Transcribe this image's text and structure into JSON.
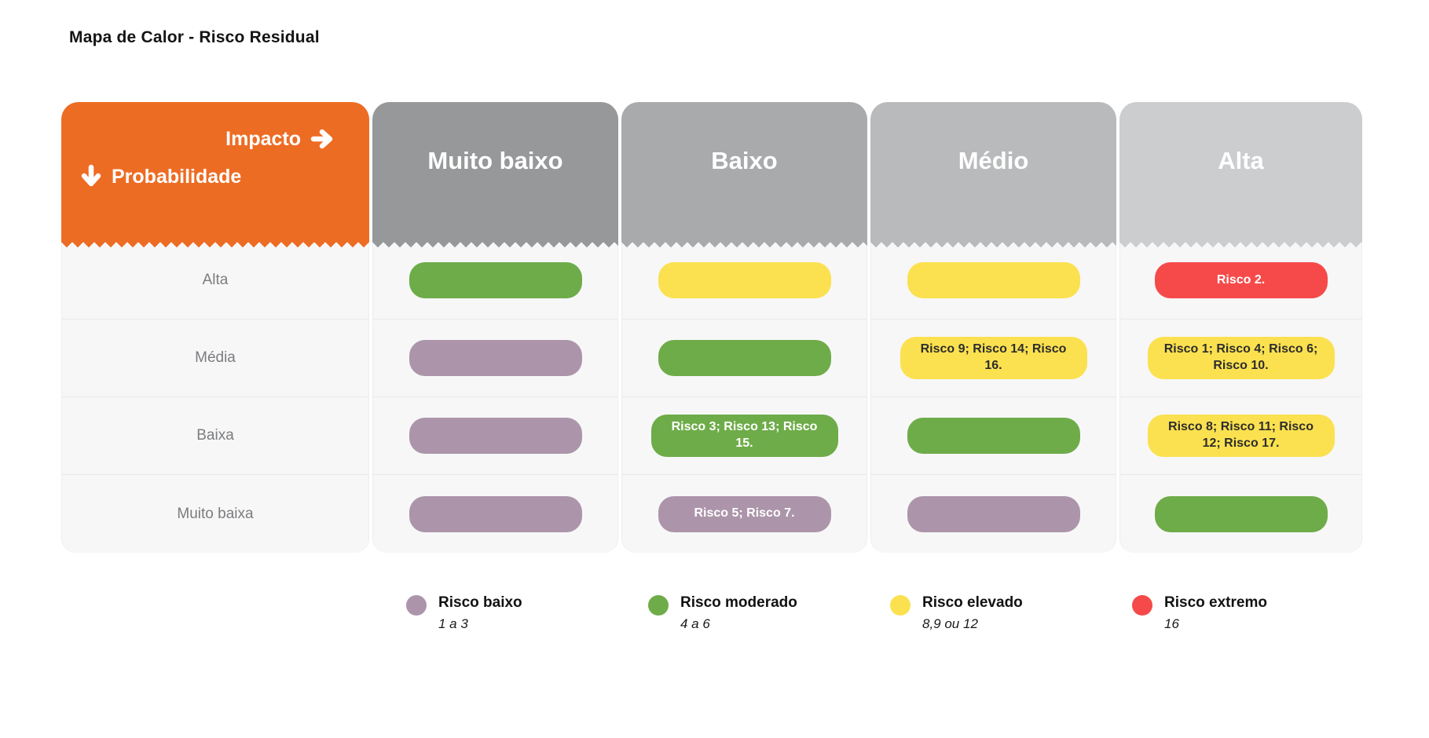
{
  "chart_data": {
    "type": "heatmap",
    "title": "Mapa de Calor - Risco Residual",
    "xlabel": "Impacto",
    "ylabel": "Probabilidade",
    "x_categories": [
      "Muito baixo",
      "Baixo",
      "Médio",
      "Alta"
    ],
    "y_categories": [
      "Alta",
      "Média",
      "Baixa",
      "Muito baixa"
    ],
    "cells": [
      [
        {
          "level": "moderado",
          "text": ""
        },
        {
          "level": "elevado",
          "text": ""
        },
        {
          "level": "elevado",
          "text": ""
        },
        {
          "level": "extremo",
          "text": "Risco 2."
        }
      ],
      [
        {
          "level": "baixo",
          "text": ""
        },
        {
          "level": "moderado",
          "text": ""
        },
        {
          "level": "elevado",
          "text": "Risco 9; Risco 14; Risco 16."
        },
        {
          "level": "elevado",
          "text": "Risco 1; Risco 4; Risco 6; Risco 10."
        }
      ],
      [
        {
          "level": "baixo",
          "text": ""
        },
        {
          "level": "moderado",
          "text": "Risco 3; Risco 13; Risco 15."
        },
        {
          "level": "moderado",
          "text": ""
        },
        {
          "level": "elevado",
          "text": "Risco 8; Risco 11; Risco 12; Risco 17."
        }
      ],
      [
        {
          "level": "baixo",
          "text": ""
        },
        {
          "level": "baixo",
          "text": "Risco 5; Risco 7."
        },
        {
          "level": "baixo",
          "text": ""
        },
        {
          "level": "moderado",
          "text": ""
        }
      ]
    ],
    "legend": [
      {
        "label": "Risco baixo",
        "range": "1 a 3",
        "level": "baixo",
        "color": "#AC95AA"
      },
      {
        "label": "Risco moderado",
        "range": "4 a 6",
        "level": "moderado",
        "color": "#6EAC49"
      },
      {
        "label": "Risco elevado",
        "range": "8,9 ou 12",
        "level": "elevado",
        "color": "#FBE14F"
      },
      {
        "label": "Risco extremo",
        "range": "16",
        "level": "extremo",
        "color": "#F64A4A"
      }
    ]
  },
  "colors": {
    "orange": "#ED6C24",
    "header_muito_baixo": "#97989A",
    "header_baixo": "#A8AAAC",
    "header_medio": "#B8BABC",
    "header_alta": "#CBCDCF",
    "level_baixo": "#AC95AA",
    "level_moderado": "#6EAC49",
    "level_elevado": "#FBE14F",
    "level_extremo": "#F64A4A"
  }
}
